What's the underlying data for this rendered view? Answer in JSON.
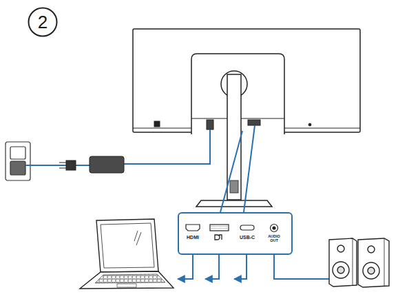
{
  "diagram": {
    "nodes": [
      {
        "text": [
          "2"
        ]
      },
      {
        "text": [
          "HDMI",
          "USB-C",
          "AUDIO OUT"
        ]
      }
    ],
    "labels": []
  }
}
